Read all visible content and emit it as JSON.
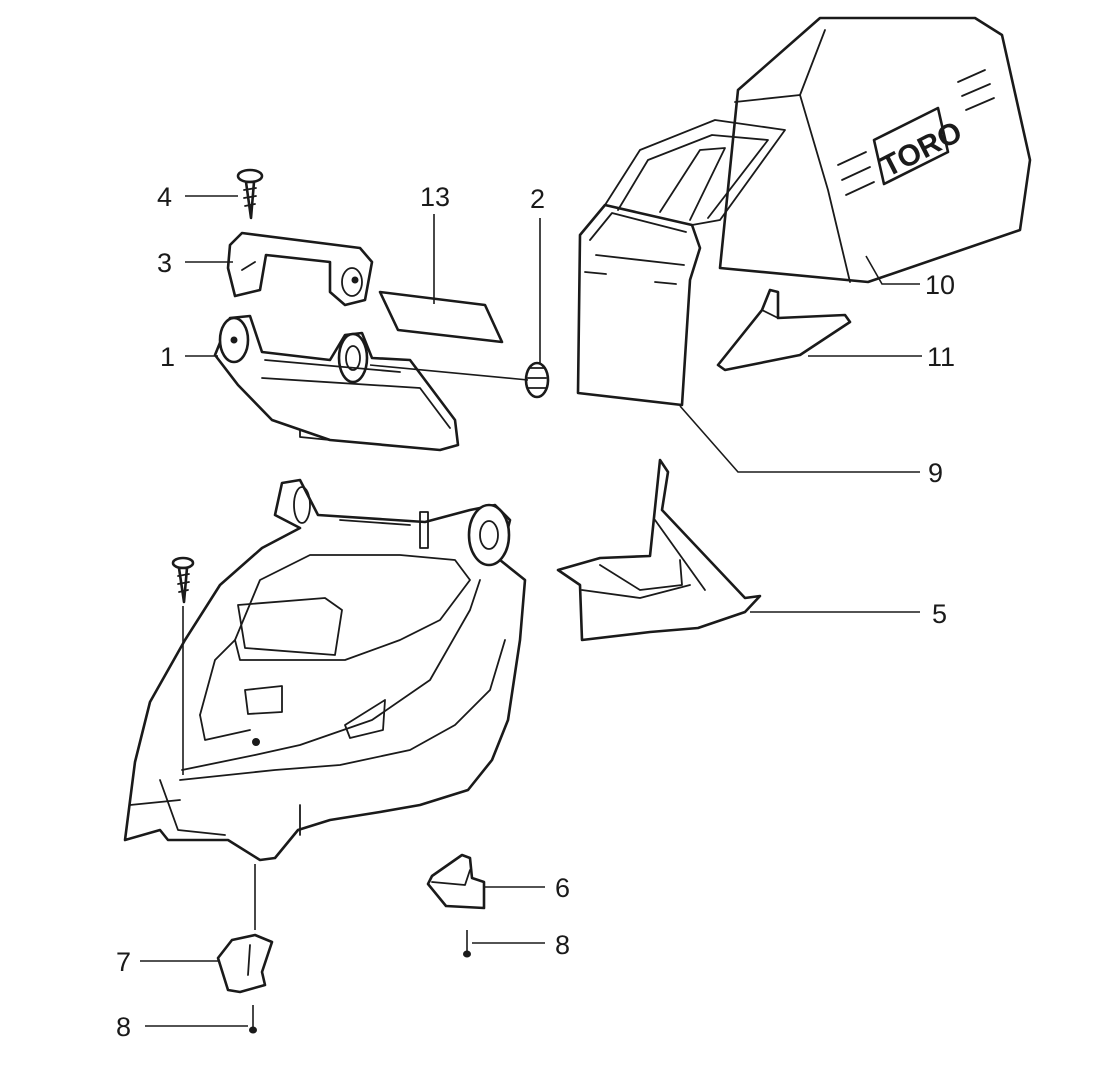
{
  "callouts": {
    "c1": "1",
    "c2": "2",
    "c3": "3",
    "c4": "4",
    "c5": "5",
    "c6": "6",
    "c7": "7",
    "c8a": "8",
    "c8b": "8",
    "c9": "9",
    "c10": "10",
    "c11": "11",
    "c13": "13"
  },
  "logo_text": "TORO",
  "colors": {
    "ink": "#1a1a1a",
    "paper": "#ffffff"
  }
}
